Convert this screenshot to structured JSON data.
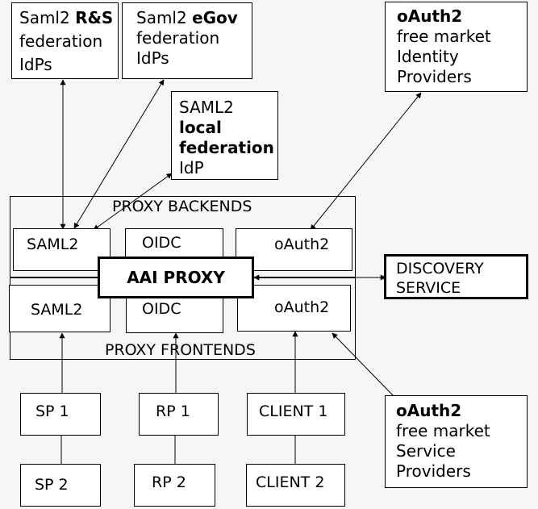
{
  "idp_boxes": {
    "rs": {
      "prefix": "Saml2 ",
      "bold": "R&S",
      "line2": "federation",
      "line3": "IdPs"
    },
    "egov": {
      "prefix": "Saml2 ",
      "bold": "eGov",
      "line2": "federation",
      "line3": "IdPs"
    },
    "local": {
      "line1": "SAML2",
      "bold1": "local",
      "bold2": "federation",
      "line4": "IdP"
    },
    "oauth_idp": {
      "bold": "oAuth2",
      "line2": "free market",
      "line3": "Identity",
      "line4": "Providers"
    }
  },
  "proxy": {
    "backends_label": "PROXY BACKENDS",
    "frontends_label": "PROXY FRONTENDS",
    "title": "AAI PROXY",
    "backends": [
      "SAML2",
      "OIDC",
      "oAuth2"
    ],
    "frontends": [
      "SAML2",
      "OIDC",
      "oAuth2"
    ]
  },
  "discovery": {
    "line1": "DISCOVERY",
    "line2": "SERVICE"
  },
  "clients": {
    "sp1": "SP 1",
    "sp2": "SP 2",
    "rp1": "RP 1",
    "rp2": "RP 2",
    "client1": "CLIENT 1",
    "client2": "CLIENT 2"
  },
  "oauth_sp": {
    "bold": "oAuth2",
    "line2": "free market",
    "line3": "Service",
    "line4": "Providers"
  }
}
